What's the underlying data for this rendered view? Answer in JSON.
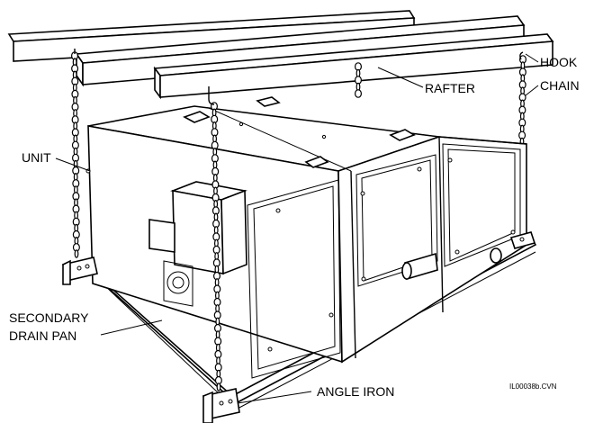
{
  "labels": {
    "hook": "HOOK",
    "chain": "CHAIN",
    "rafter": "RAFTER",
    "unit": "UNIT",
    "secondary_line1": "SECONDARY",
    "secondary_line2": "DRAIN PAN",
    "angle_iron": "ANGLE IRON",
    "file_id": "IL00038b.CVN"
  },
  "colors": {
    "line": "#000000",
    "background": "#ffffff"
  }
}
